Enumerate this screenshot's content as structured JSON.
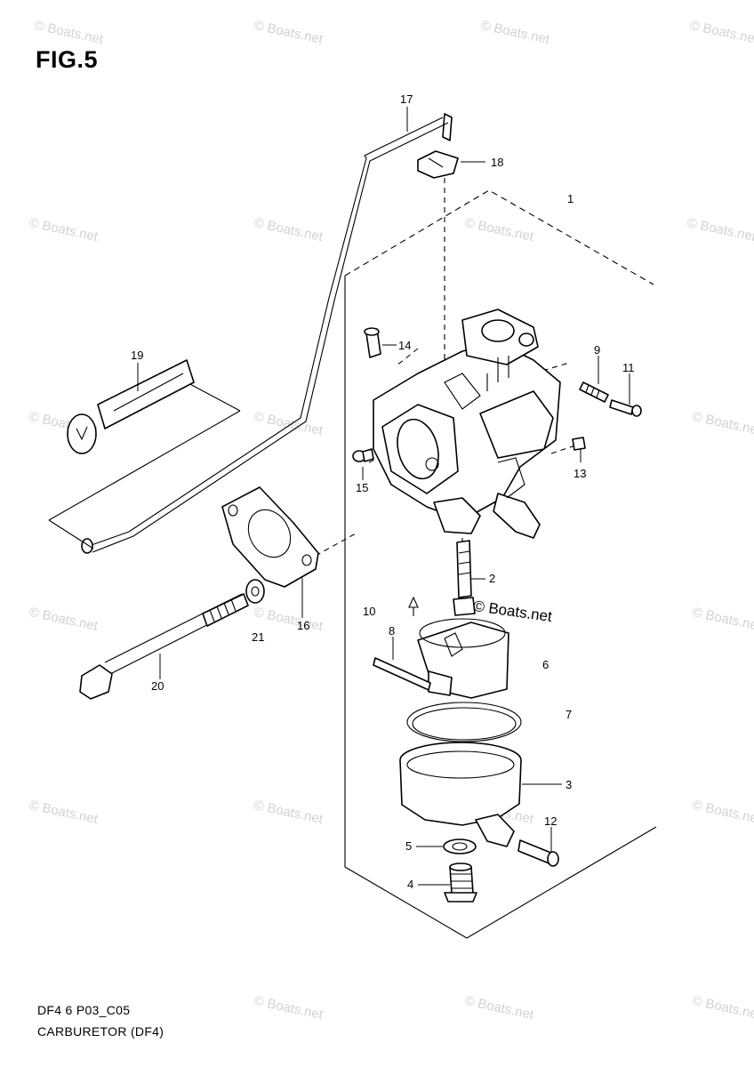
{
  "figure": {
    "title": "FIG.5"
  },
  "footer": {
    "code": "DF4 6 P03_C05",
    "name": "CARBURETOR (DF4)"
  },
  "watermark": {
    "text": "© Boats.net",
    "color": "#d2d2d2"
  },
  "copyright_mark": "© Boats.net",
  "callouts": [
    {
      "id": "1",
      "label": "1"
    },
    {
      "id": "2",
      "label": "2"
    },
    {
      "id": "3",
      "label": "3"
    },
    {
      "id": "4",
      "label": "4"
    },
    {
      "id": "5",
      "label": "5"
    },
    {
      "id": "6",
      "label": "6"
    },
    {
      "id": "7",
      "label": "7"
    },
    {
      "id": "8",
      "label": "8"
    },
    {
      "id": "9",
      "label": "9"
    },
    {
      "id": "10",
      "label": "10"
    },
    {
      "id": "11",
      "label": "11"
    },
    {
      "id": "12",
      "label": "12"
    },
    {
      "id": "13",
      "label": "13"
    },
    {
      "id": "14",
      "label": "14"
    },
    {
      "id": "15",
      "label": "15"
    },
    {
      "id": "16",
      "label": "16"
    },
    {
      "id": "17",
      "label": "17"
    },
    {
      "id": "18",
      "label": "18"
    },
    {
      "id": "19",
      "label": "19"
    },
    {
      "id": "20",
      "label": "20"
    },
    {
      "id": "21",
      "label": "21"
    }
  ]
}
